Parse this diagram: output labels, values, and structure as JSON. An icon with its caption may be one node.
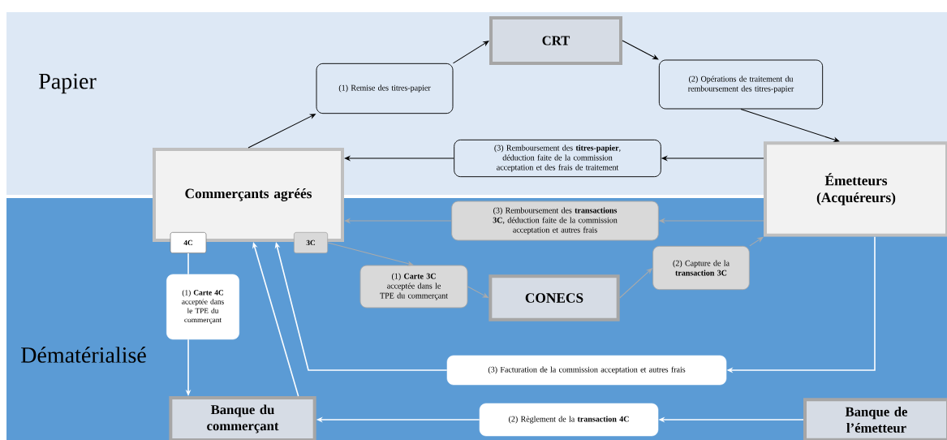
{
  "diagram": {
    "nodes": [
      {
        "text": [
          "CRT"
        ]
      },
      {
        "text": [
          "(1) Remise des titres-papier"
        ]
      },
      {
        "text": [
          "(2) Opérations de traitement du remboursement des titres-papier"
        ]
      },
      {
        "text": [
          "Commerçants agréés"
        ]
      },
      {
        "text": [
          "(3) Remboursement des **titres-papier**, déduction faite de la commission acceptation et des frais de traitement"
        ]
      },
      {
        "text": [
          "Émetteurs (Acquéreurs)"
        ]
      },
      {
        "text": [
          "(3) Remboursement des **transactions 3C**, déduction faite de la commission acceptation et autres frais"
        ]
      },
      {
        "text": [
          "4C"
        ]
      },
      {
        "text": [
          "3C"
        ]
      },
      {
        "text": [
          "(2) Capture de la **transaction 3C**"
        ]
      },
      {
        "text": [
          "(1) **Carte 4C** acceptée dans le TPE du commerçant"
        ]
      },
      {
        "text": [
          "(1) **Carte 3C** acceptée dans le TPE du commerçant"
        ]
      },
      {
        "text": [
          "CONECS"
        ]
      },
      {
        "text": [
          "(3) Facturation de la commission acceptation et autres frais"
        ]
      },
      {
        "text": [
          "Banque du commerçant"
        ]
      },
      {
        "text": [
          "(2) Règlement de la **transaction 4C**"
        ]
      },
      {
        "text": [
          "Banque de l’émetteur"
        ]
      }
    ],
    "edges": [
      {
        "from": 3,
        "to": 1,
        "arrow": "to",
        "color": "#000000"
      },
      {
        "from": 1,
        "to": 0,
        "arrow": "to",
        "color": "#000000"
      },
      {
        "from": 0,
        "to": 2,
        "arrow": "to",
        "color": "#000000"
      },
      {
        "from": 2,
        "to": 5,
        "arrow": "to",
        "color": "#000000"
      },
      {
        "from": 5,
        "to": 4,
        "arrow": "to",
        "color": "#000000"
      },
      {
        "from": 4,
        "to": 3,
        "arrow": "to",
        "color": "#000000"
      },
      {
        "from": 5,
        "to": 6,
        "arrow": "to",
        "color": "#aaaaaa"
      },
      {
        "from": 6,
        "to": 3,
        "arrow": "to",
        "color": "#aaaaaa"
      },
      {
        "from": 8,
        "to": 11,
        "arrow": "to",
        "color": "#aaaaaa"
      },
      {
        "from": 11,
        "to": 12,
        "arrow": "to",
        "color": "#aaaaaa"
      },
      {
        "from": 12,
        "to": 9,
        "arrow": "to",
        "color": "#aaaaaa"
      },
      {
        "from": 9,
        "to": 5,
        "arrow": "to",
        "color": "#aaaaaa"
      },
      {
        "from": 7,
        "to": 10,
        "arrow": "none"
      },
      {
        "from": 10,
        "to": 14,
        "arrow": "to"
      },
      {
        "from": 14,
        "to": 3,
        "arrow": "to"
      },
      {
        "from": 5,
        "to": 13,
        "arrow": "to"
      },
      {
        "from": 13,
        "to": 3,
        "arrow": "to"
      },
      {
        "from": 16,
        "to": 15,
        "arrow": "to"
      },
      {
        "from": 15,
        "to": 14,
        "arrow": "to"
      }
    ],
    "labels": [
      "Papier",
      "Dématérialisé"
    ]
  }
}
